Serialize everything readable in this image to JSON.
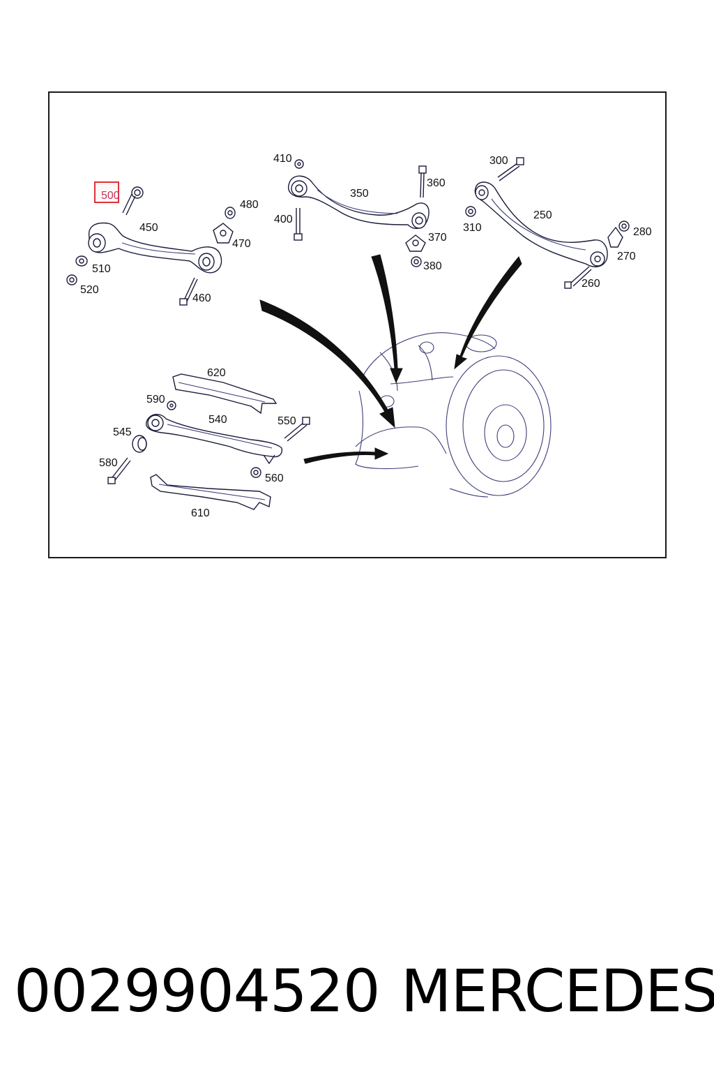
{
  "diagram": {
    "highlighted_label": "500",
    "labels": [
      {
        "id": "l410",
        "text": "410"
      },
      {
        "id": "l360",
        "text": "360"
      },
      {
        "id": "l350",
        "text": "350"
      },
      {
        "id": "l400",
        "text": "400"
      },
      {
        "id": "l370",
        "text": "370"
      },
      {
        "id": "l380",
        "text": "380"
      },
      {
        "id": "l300",
        "text": "300"
      },
      {
        "id": "l250",
        "text": "250"
      },
      {
        "id": "l310",
        "text": "310"
      },
      {
        "id": "l280",
        "text": "280"
      },
      {
        "id": "l270",
        "text": "270"
      },
      {
        "id": "l260",
        "text": "260"
      },
      {
        "id": "l500",
        "text": "500"
      },
      {
        "id": "l480",
        "text": "480"
      },
      {
        "id": "l450",
        "text": "450"
      },
      {
        "id": "l470",
        "text": "470"
      },
      {
        "id": "l510",
        "text": "510"
      },
      {
        "id": "l520",
        "text": "520"
      },
      {
        "id": "l460",
        "text": "460"
      },
      {
        "id": "l620",
        "text": "620"
      },
      {
        "id": "l590",
        "text": "590"
      },
      {
        "id": "l540",
        "text": "540"
      },
      {
        "id": "l550",
        "text": "550"
      },
      {
        "id": "l545",
        "text": "545"
      },
      {
        "id": "l580",
        "text": "580"
      },
      {
        "id": "l560",
        "text": "560"
      },
      {
        "id": "l610",
        "text": "610"
      }
    ]
  },
  "footer": {
    "part_number": "0029904520",
    "brand": "MERCEDES"
  },
  "colors": {
    "line": "#1b1b3a",
    "highlight": "#e0303a",
    "highlight_text": "#c0395a"
  }
}
